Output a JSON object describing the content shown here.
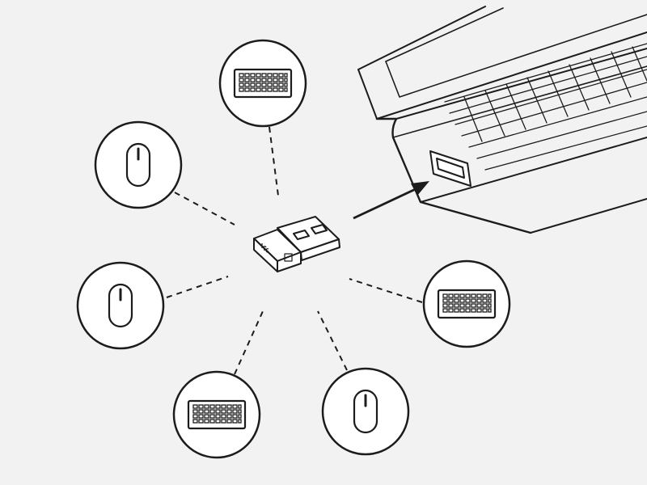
{
  "colors": {
    "background": "#f2f2f2",
    "stroke": "#1c1c1c",
    "fill": "#ffffff"
  },
  "devices": [
    {
      "id": "keyboard-top",
      "type": "keyboard"
    },
    {
      "id": "mouse-upper-left",
      "type": "mouse"
    },
    {
      "id": "mouse-left",
      "type": "mouse"
    },
    {
      "id": "keyboard-bottom-left",
      "type": "keyboard"
    },
    {
      "id": "mouse-bottom",
      "type": "mouse"
    },
    {
      "id": "keyboard-right",
      "type": "keyboard"
    }
  ],
  "receiver": {
    "type": "usb-receiver",
    "icon": "logi-bolt-logo"
  },
  "host": {
    "type": "laptop",
    "port": "usb-a-port"
  },
  "icons": [
    "keyboard-icon",
    "mouse-icon",
    "usb-receiver-icon",
    "laptop-icon",
    "arrow-icon"
  ]
}
